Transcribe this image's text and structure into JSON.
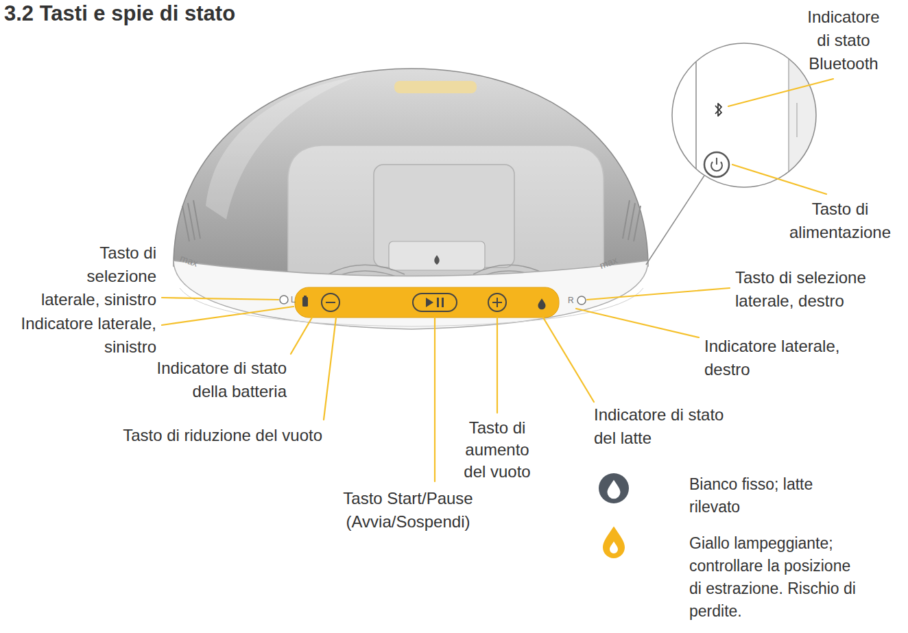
{
  "diagram": {
    "title": "3.2 Tasti e spie di stato",
    "labels": [
      "Indicatore di stato Bluetooth",
      "Tasto di alimentazione",
      "Tasto di selezione laterale, sinistro",
      "Tasto di selezione laterale, destro",
      "Indicatore laterale, sinistro",
      "Indicatore laterale, destro",
      "Indicatore di stato della batteria",
      "Tasto di riduzione del vuoto",
      "Tasto di aumento del vuoto",
      "Indicatore di stato del latte",
      "Tasto Start/Pause (Avvia/Sospendi)",
      "max",
      "max",
      "L",
      "R"
    ],
    "legend": [
      {
        "text": "Bianco fisso; latte rilevato"
      },
      {
        "text": "Giallo lampeggiante; controllare la posizione di estrazione. Rischio di perdite."
      }
    ]
  }
}
